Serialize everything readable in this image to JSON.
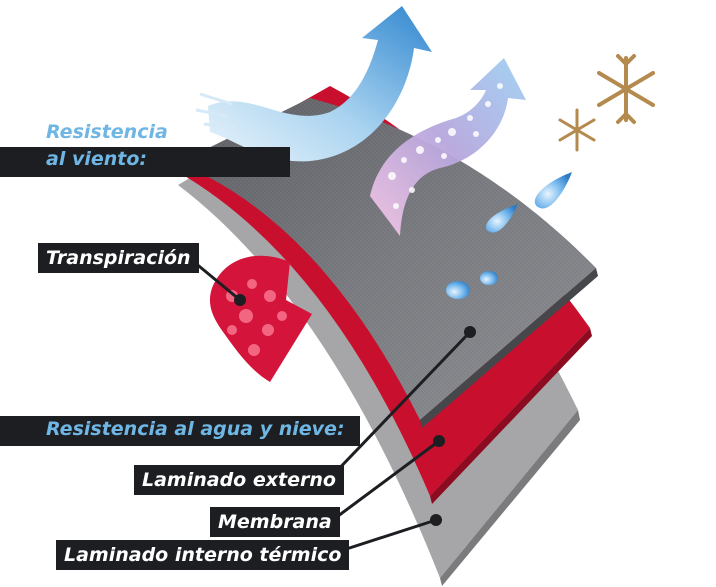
{
  "labels": {
    "wind": "Resistencia al viento:",
    "wind_line1": "Resistencia",
    "wind_line2": "al viento:",
    "breath": "Transpiración",
    "water": "Resistencia al agua y nieve:",
    "outer": "Laminado externo",
    "membrane": "Membrana",
    "inner": "Laminado interno térmico"
  },
  "colors": {
    "outer_layer": "#6e7075",
    "membrane_layer": "#c8102e",
    "inner_layer": "#a6a6a8",
    "label_bg": "#1c1e22",
    "label_text": "#ffffff",
    "accent_blue": "#6fb6e4",
    "snowflake": "#b48a4e"
  },
  "icons": [
    "wind-arrow-icon",
    "vapor-arrow-icon",
    "sweat-arrow-icon",
    "water-drop-icon",
    "snowflake-icon"
  ]
}
